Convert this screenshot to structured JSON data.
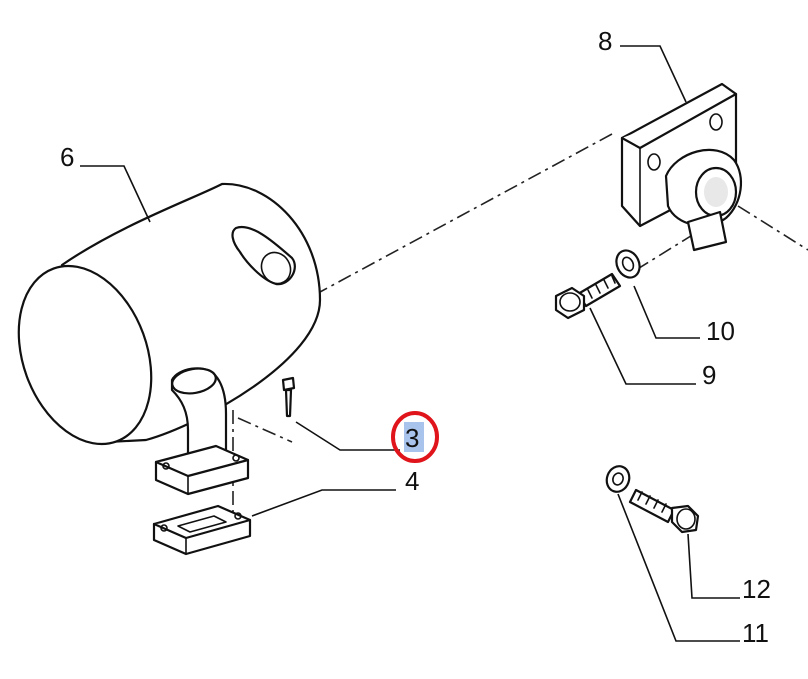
{
  "callouts": {
    "c3": "3",
    "c4": "4",
    "c6": "6",
    "c8": "8",
    "c9": "9",
    "c10": "10",
    "c11": "11",
    "c12": "12"
  },
  "highlight": {
    "callout": "3",
    "ring_color": "#e0141b",
    "fill_color": "#a9c4ec"
  }
}
